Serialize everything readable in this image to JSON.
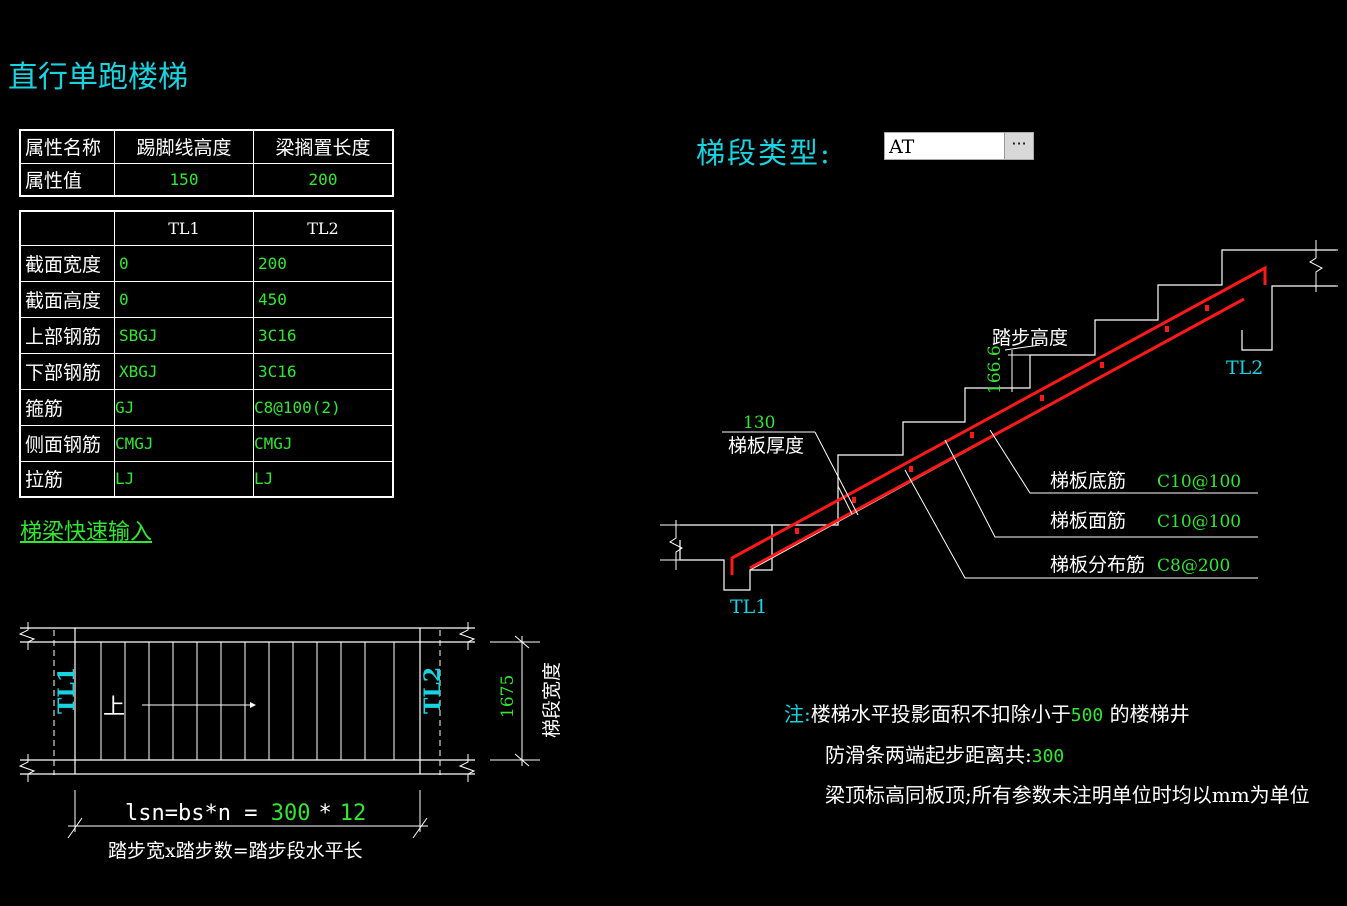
{
  "page": {
    "title": "直行单跑楼梯"
  },
  "attr_table": {
    "row1": [
      "属性名称",
      "踢脚线高度",
      "梁搁置长度"
    ],
    "row2": [
      "属性值",
      "150",
      "200"
    ]
  },
  "beam_table": {
    "header": [
      "",
      "TL1",
      "TL2"
    ],
    "rows": [
      {
        "label": "截面宽度",
        "tl1": "0",
        "tl2": "200"
      },
      {
        "label": "截面高度",
        "tl1": "0",
        "tl2": "450"
      },
      {
        "label": "上部钢筋",
        "tl1": "SBGJ",
        "tl2": "3C16"
      },
      {
        "label": "下部钢筋",
        "tl1": "XBGJ",
        "tl2": "3C16"
      },
      {
        "label": "箍筋",
        "tl1": "GJ",
        "tl2": "C8@100(2)"
      },
      {
        "label": "侧面钢筋",
        "tl1": "CMGJ",
        "tl2": "CMGJ"
      },
      {
        "label": "拉筋",
        "tl1": "LJ",
        "tl2": "LJ"
      }
    ]
  },
  "quick_input": "梯梁快速输入",
  "segment_type": {
    "label": "梯段类型:",
    "value": "AT",
    "button": "···"
  },
  "section": {
    "step_height_label": "踏步高度",
    "step_height_value": "166.6",
    "slab_thickness_label": "梯板厚度",
    "slab_thickness_value": "130",
    "tl1": "TL1",
    "tl2": "TL2",
    "callouts": [
      {
        "label": "梯板底筋",
        "value": "C10@100"
      },
      {
        "label": "梯板面筋",
        "value": "C10@100"
      },
      {
        "label": "梯板分布筋",
        "value": "C8@200"
      }
    ]
  },
  "plan": {
    "tl1": "TL1",
    "tl2": "TL2",
    "up": "上",
    "width_value": "1675",
    "width_label": "梯段宽度",
    "formula_prefix": "lsn=bs*n = ",
    "tread_width": "300",
    "times": "*",
    "step_count": "12",
    "formula_caption": "踏步宽x踏步数=踏步段水平长"
  },
  "notes": {
    "prefix": "注:",
    "line1_a": "楼梯水平投影面积不扣除小于",
    "line1_value": "500",
    "line1_b": " 的楼梯井",
    "line2_a": "防滑条两端起步距离共:",
    "line2_value": "300",
    "line3": "梁顶标高同板顶;所有参数未注明单位时均以mm为单位"
  },
  "colors": {
    "cyan": "#19d3e0",
    "green": "#33e633",
    "red": "#ff1a1a",
    "white": "#ffffff"
  }
}
